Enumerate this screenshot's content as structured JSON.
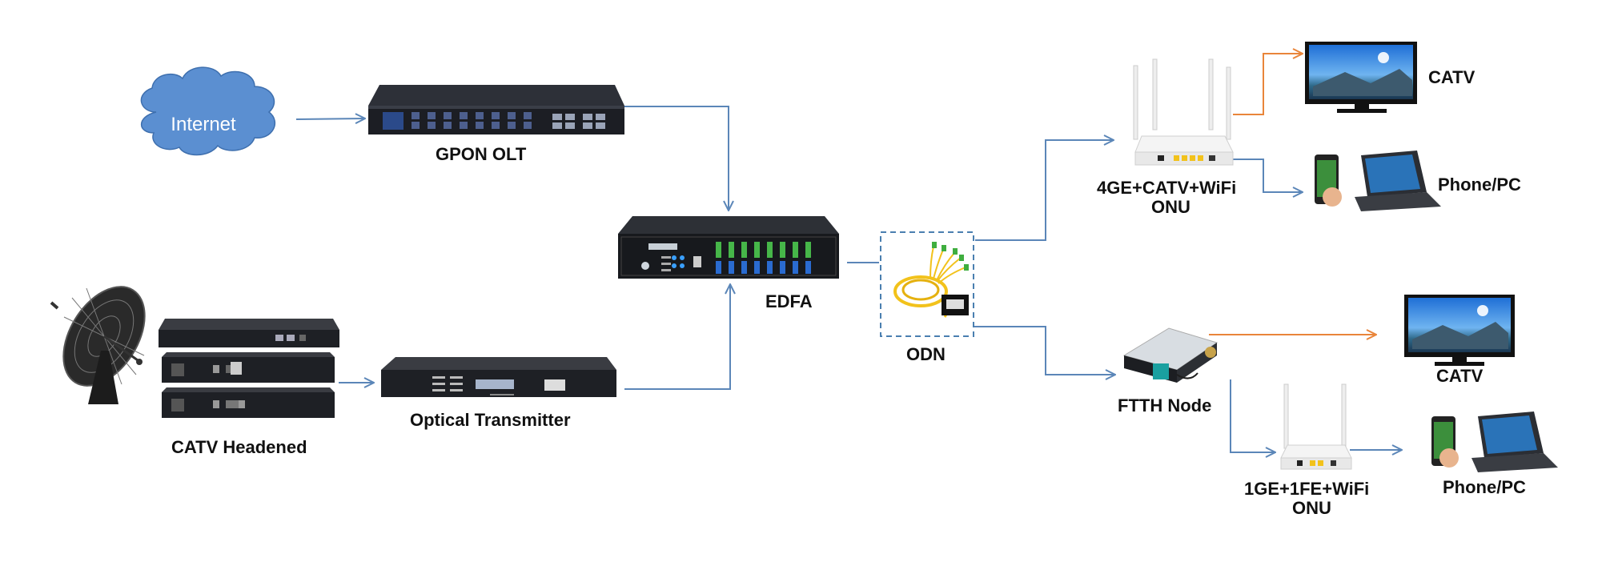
{
  "labels": {
    "internet": "Internet",
    "gpon_olt": "GPON OLT",
    "catv_headend": "CATV Headened",
    "optical_tx": "Optical Transmitter",
    "edfa": "EDFA",
    "odn": "ODN",
    "onu1_line1": "4GE+CATV+WiFi",
    "onu1_line2": "ONU",
    "catv_1": "CATV",
    "phone_pc_1": "Phone/PC",
    "ftth_node": "FTTH Node",
    "catv_2": "CATV",
    "onu2_line1": "1GE+1FE+WiFi",
    "onu2_line2": "ONU",
    "phone_pc_2": "Phone/PC"
  },
  "colors": {
    "fiber_line": "#5b86b8",
    "rf_line": "#e9853a",
    "cloud": "#5b8fd1",
    "device_dark": "#222428",
    "odn_border": "#4a7fb0"
  }
}
